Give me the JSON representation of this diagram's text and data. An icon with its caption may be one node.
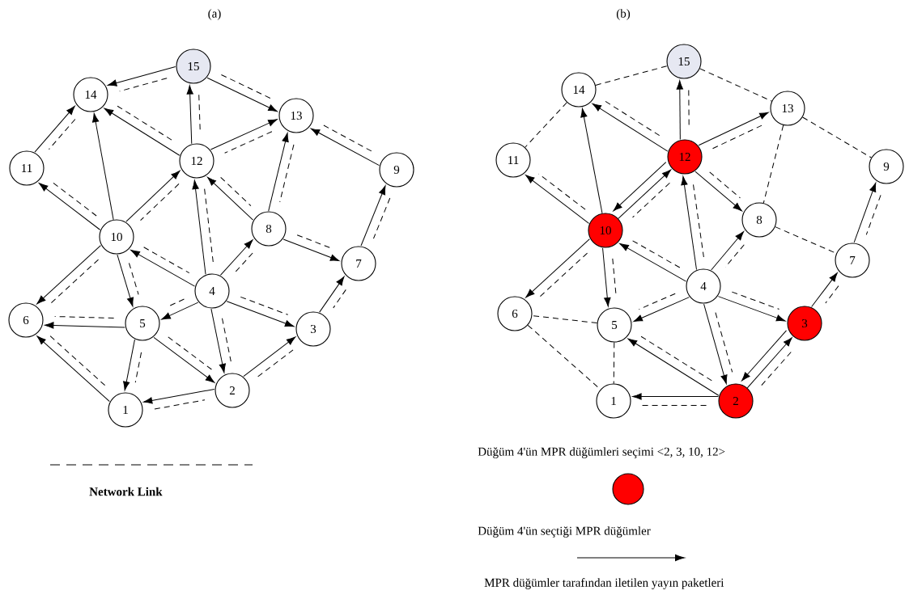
{
  "diagram": {
    "nodes": [
      {
        "text": [
          "1"
        ]
      },
      {
        "text": [
          "2"
        ]
      },
      {
        "text": [
          "3"
        ]
      },
      {
        "text": [
          "4"
        ]
      },
      {
        "text": [
          "5"
        ]
      },
      {
        "text": [
          "6"
        ]
      },
      {
        "text": [
          "7"
        ]
      },
      {
        "text": [
          "8"
        ]
      },
      {
        "text": [
          "9"
        ]
      },
      {
        "text": [
          "10"
        ]
      },
      {
        "text": [
          "11"
        ]
      },
      {
        "text": [
          "12"
        ]
      },
      {
        "text": [
          "13"
        ]
      },
      {
        "text": [
          "14"
        ]
      },
      {
        "text": [
          "15"
        ]
      },
      {
        "text": [
          "1"
        ]
      },
      {
        "text": [
          "2"
        ]
      },
      {
        "text": [
          "3"
        ]
      },
      {
        "text": [
          "4"
        ]
      },
      {
        "text": [
          "5"
        ]
      },
      {
        "text": [
          "6"
        ]
      },
      {
        "text": [
          "7"
        ]
      },
      {
        "text": [
          "8"
        ]
      },
      {
        "text": [
          "9"
        ]
      },
      {
        "text": [
          "10"
        ]
      },
      {
        "text": [
          "11"
        ]
      },
      {
        "text": [
          "12"
        ]
      },
      {
        "text": [
          "13"
        ]
      },
      {
        "text": [
          "14"
        ]
      },
      {
        "text": [
          "15"
        ]
      }
    ],
    "edges": [
      {
        "from": 14,
        "to": 13,
        "arrow": "none",
        "style": "dashed"
      },
      {
        "from": 14,
        "to": 11,
        "arrow": "none",
        "style": "dashed"
      },
      {
        "from": 14,
        "to": 12,
        "arrow": "none",
        "style": "dashed"
      },
      {
        "from": 13,
        "to": 10,
        "arrow": "none",
        "style": "dashed"
      },
      {
        "from": 13,
        "to": 11,
        "arrow": "none",
        "style": "dashed"
      },
      {
        "from": 12,
        "to": 11,
        "arrow": "none",
        "style": "dashed"
      },
      {
        "from": 12,
        "to": 7,
        "arrow": "none",
        "style": "dashed"
      },
      {
        "from": 12,
        "to": 8,
        "arrow": "none",
        "style": "dashed"
      },
      {
        "from": 11,
        "to": 9,
        "arrow": "none",
        "style": "dashed"
      },
      {
        "from": 11,
        "to": 7,
        "arrow": "none",
        "style": "dashed"
      },
      {
        "from": 11,
        "to": 3,
        "arrow": "none",
        "style": "dashed"
      },
      {
        "from": 9,
        "to": 10,
        "arrow": "none",
        "style": "dashed"
      },
      {
        "from": 9,
        "to": 5,
        "arrow": "none",
        "style": "dashed"
      },
      {
        "from": 9,
        "to": 4,
        "arrow": "none",
        "style": "dashed"
      },
      {
        "from": 9,
        "to": 3,
        "arrow": "none",
        "style": "dashed"
      },
      {
        "from": 7,
        "to": 3,
        "arrow": "none",
        "style": "dashed"
      },
      {
        "from": 7,
        "to": 6,
        "arrow": "none",
        "style": "dashed"
      },
      {
        "from": 8,
        "to": 6,
        "arrow": "none",
        "style": "dashed"
      },
      {
        "from": 6,
        "to": 2,
        "arrow": "none",
        "style": "dashed"
      },
      {
        "from": 3,
        "to": 4,
        "arrow": "none",
        "style": "dashed"
      },
      {
        "from": 3,
        "to": 1,
        "arrow": "none",
        "style": "dashed"
      },
      {
        "from": 3,
        "to": 2,
        "arrow": "none",
        "style": "dashed"
      },
      {
        "from": 4,
        "to": 5,
        "arrow": "none",
        "style": "dashed"
      },
      {
        "from": 4,
        "to": 1,
        "arrow": "none",
        "style": "dashed"
      },
      {
        "from": 4,
        "to": 0,
        "arrow": "none",
        "style": "dashed"
      },
      {
        "from": 5,
        "to": 0,
        "arrow": "none",
        "style": "dashed"
      },
      {
        "from": 0,
        "to": 1,
        "arrow": "none",
        "style": "dashed"
      },
      {
        "from": 1,
        "to": 2,
        "arrow": "none",
        "style": "dashed"
      },
      {
        "from": 14,
        "to": 13,
        "arrow": "to"
      },
      {
        "from": 14,
        "to": 12,
        "arrow": "to"
      },
      {
        "from": 11,
        "to": 14,
        "arrow": "to"
      },
      {
        "from": 10,
        "to": 13,
        "arrow": "to"
      },
      {
        "from": 9,
        "to": 13,
        "arrow": "to"
      },
      {
        "from": 11,
        "to": 13,
        "arrow": "to"
      },
      {
        "from": 11,
        "to": 12,
        "arrow": "to"
      },
      {
        "from": 7,
        "to": 12,
        "arrow": "to"
      },
      {
        "from": 8,
        "to": 12,
        "arrow": "to"
      },
      {
        "from": 9,
        "to": 10,
        "arrow": "to"
      },
      {
        "from": 9,
        "to": 11,
        "arrow": "to"
      },
      {
        "from": 7,
        "to": 11,
        "arrow": "to"
      },
      {
        "from": 3,
        "to": 11,
        "arrow": "to"
      },
      {
        "from": 7,
        "to": 6,
        "arrow": "to"
      },
      {
        "from": 6,
        "to": 8,
        "arrow": "to"
      },
      {
        "from": 3,
        "to": 9,
        "arrow": "to"
      },
      {
        "from": 3,
        "to": 7,
        "arrow": "to"
      },
      {
        "from": 3,
        "to": 4,
        "arrow": "to"
      },
      {
        "from": 3,
        "to": 2,
        "arrow": "to"
      },
      {
        "from": 3,
        "to": 1,
        "arrow": "to"
      },
      {
        "from": 9,
        "to": 5,
        "arrow": "to"
      },
      {
        "from": 9,
        "to": 4,
        "arrow": "to"
      },
      {
        "from": 4,
        "to": 5,
        "arrow": "to"
      },
      {
        "from": 4,
        "to": 0,
        "arrow": "to"
      },
      {
        "from": 4,
        "to": 1,
        "arrow": "to"
      },
      {
        "from": 0,
        "to": 5,
        "arrow": "to"
      },
      {
        "from": 1,
        "to": 0,
        "arrow": "to"
      },
      {
        "from": 1,
        "to": 2,
        "arrow": "to"
      },
      {
        "from": 2,
        "to": 6,
        "arrow": "to"
      },
      {
        "from": 28,
        "to": 29,
        "arrow": "none",
        "style": "dashed"
      },
      {
        "from": 29,
        "to": 26,
        "arrow": "none",
        "style": "dashed"
      },
      {
        "from": 29,
        "to": 27,
        "arrow": "none",
        "style": "dashed"
      },
      {
        "from": 28,
        "to": 25,
        "arrow": "none",
        "style": "dashed"
      },
      {
        "from": 28,
        "to": 26,
        "arrow": "none",
        "style": "dashed"
      },
      {
        "from": 26,
        "to": 27,
        "arrow": "none",
        "style": "dashed"
      },
      {
        "from": 27,
        "to": 22,
        "arrow": "none",
        "style": "dashed"
      },
      {
        "from": 27,
        "to": 23,
        "arrow": "none",
        "style": "dashed"
      },
      {
        "from": 26,
        "to": 24,
        "arrow": "none",
        "style": "dashed"
      },
      {
        "from": 26,
        "to": 22,
        "arrow": "none",
        "style": "dashed"
      },
      {
        "from": 26,
        "to": 18,
        "arrow": "none",
        "style": "dashed"
      },
      {
        "from": 24,
        "to": 25,
        "arrow": "none",
        "style": "dashed"
      },
      {
        "from": 24,
        "to": 20,
        "arrow": "none",
        "style": "dashed"
      },
      {
        "from": 24,
        "to": 19,
        "arrow": "none",
        "style": "dashed"
      },
      {
        "from": 24,
        "to": 18,
        "arrow": "none",
        "style": "dashed"
      },
      {
        "from": 22,
        "to": 18,
        "arrow": "none",
        "style": "dashed"
      },
      {
        "from": 22,
        "to": 21,
        "arrow": "none",
        "style": "dashed"
      },
      {
        "from": 23,
        "to": 21,
        "arrow": "none",
        "style": "dashed"
      },
      {
        "from": 21,
        "to": 17,
        "arrow": "none",
        "style": "dashed"
      },
      {
        "from": 18,
        "to": 19,
        "arrow": "none",
        "style": "dashed"
      },
      {
        "from": 18,
        "to": 16,
        "arrow": "none",
        "style": "dashed"
      },
      {
        "from": 18,
        "to": 17,
        "arrow": "none",
        "style": "dashed"
      },
      {
        "from": 19,
        "to": 20,
        "arrow": "none",
        "style": "dashed"
      },
      {
        "from": 19,
        "to": 16,
        "arrow": "none",
        "style": "dashed"
      },
      {
        "from": 19,
        "to": 15,
        "arrow": "none",
        "style": "dashed"
      },
      {
        "from": 20,
        "to": 15,
        "arrow": "none",
        "style": "dashed"
      },
      {
        "from": 15,
        "to": 16,
        "arrow": "none",
        "style": "dashed"
      },
      {
        "from": 16,
        "to": 17,
        "arrow": "none",
        "style": "dashed"
      },
      {
        "from": 26,
        "to": 29,
        "arrow": "to"
      },
      {
        "from": 24,
        "to": 28,
        "arrow": "to"
      },
      {
        "from": 26,
        "to": 28,
        "arrow": "to"
      },
      {
        "from": 26,
        "to": 27,
        "arrow": "to"
      },
      {
        "from": 24,
        "to": 25,
        "arrow": "to"
      },
      {
        "from": 24,
        "to": 26,
        "arrow": "to"
      },
      {
        "from": 26,
        "to": 24,
        "arrow": "to"
      },
      {
        "from": 26,
        "to": 22,
        "arrow": "to"
      },
      {
        "from": 18,
        "to": 26,
        "arrow": "to"
      },
      {
        "from": 18,
        "to": 24,
        "arrow": "to"
      },
      {
        "from": 18,
        "to": 22,
        "arrow": "to"
      },
      {
        "from": 18,
        "to": 19,
        "arrow": "to"
      },
      {
        "from": 18,
        "to": 17,
        "arrow": "to"
      },
      {
        "from": 18,
        "to": 16,
        "arrow": "to"
      },
      {
        "from": 24,
        "to": 20,
        "arrow": "to"
      },
      {
        "from": 24,
        "to": 19,
        "arrow": "to"
      },
      {
        "from": 16,
        "to": 19,
        "arrow": "to"
      },
      {
        "from": 16,
        "to": 15,
        "arrow": "to"
      },
      {
        "from": 16,
        "to": 17,
        "arrow": "to"
      },
      {
        "from": 17,
        "to": 16,
        "arrow": "to"
      },
      {
        "from": 17,
        "to": 21,
        "arrow": "to"
      },
      {
        "from": 21,
        "to": 23,
        "arrow": "to"
      }
    ],
    "labels": [
      "(a)",
      "(b)",
      "Düğüm 4'ün MPR düğümleri seçimi <2, 3, 10, 12>"
    ],
    "legend": [
      {
        "text": "Network Link"
      },
      {
        "text": "Düğüm 4'ün seçtiği MPR düğümler",
        "color": "#ff0000"
      },
      {
        "text": "MPR düğümler tarafından iletilen yayın paketleri"
      }
    ]
  }
}
